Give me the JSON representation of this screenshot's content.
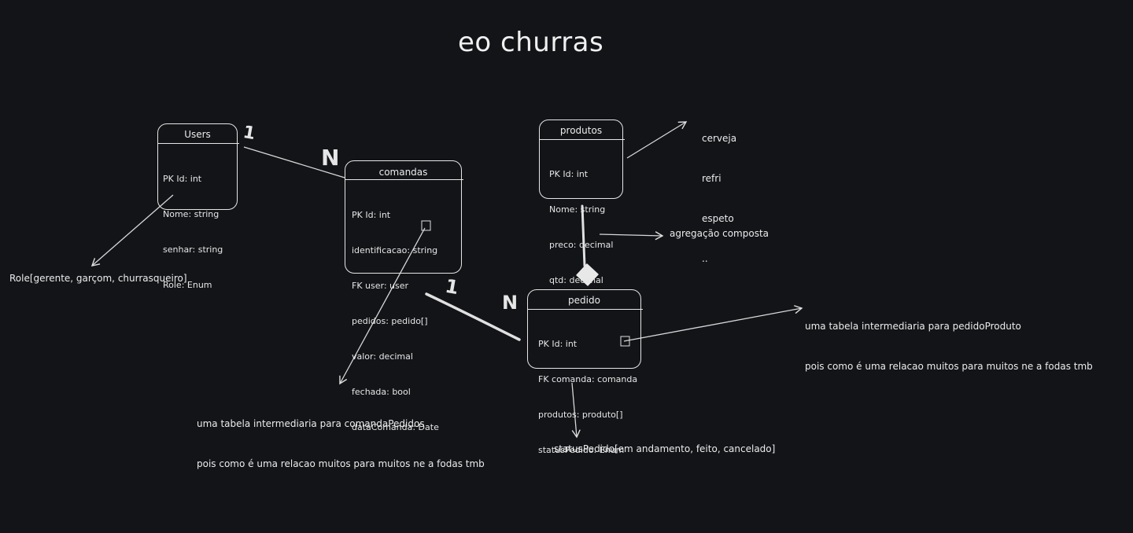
{
  "title": "eo churras",
  "entities": {
    "users": {
      "name": "Users",
      "fields": [
        "PK Id: int",
        "Nome: string",
        "senhar: string",
        "Role: Enum"
      ]
    },
    "comandas": {
      "name": "comandas",
      "fields": [
        "PK Id: int",
        "identificacao: string",
        "FK user: user",
        "pedidos: pedido[]",
        "valor: decimal",
        "fechada: bool",
        "dataComanda: Date"
      ]
    },
    "produtos": {
      "name": "produtos",
      "fields": [
        "PK Id: int",
        "Nome: string",
        "preco: decimal",
        "qtd: decimal"
      ]
    },
    "pedido": {
      "name": "pedido",
      "fields": [
        "PK Id: int",
        "FK comanda: comanda",
        "produtos: produto[]",
        "statusPedido: Enum"
      ]
    }
  },
  "cardinality": {
    "users_one": "1",
    "comandas_n": "N",
    "comandas_one": "1",
    "pedido_n": "N"
  },
  "notes": {
    "role_enum": "Role[gerente, garçom, churrasqueiro]",
    "produtos_list": [
      "cerveja",
      "refri",
      "espeto",
      ".."
    ],
    "aggregation": "agregação composta",
    "comanda_pedidos_line1": "uma tabela intermediaria para comandaPedidos",
    "comanda_pedidos_line2": "pois como é uma relacao muitos para muitos ne a fodas tmb",
    "pedido_produto_line1": "uma tabela intermediaria para pedidoProduto",
    "pedido_produto_line2": "pois como é uma relacao muitos para muitos ne a fodas tmb",
    "status_enum": "statusPedido[em andamento, feito, cancelado]"
  }
}
